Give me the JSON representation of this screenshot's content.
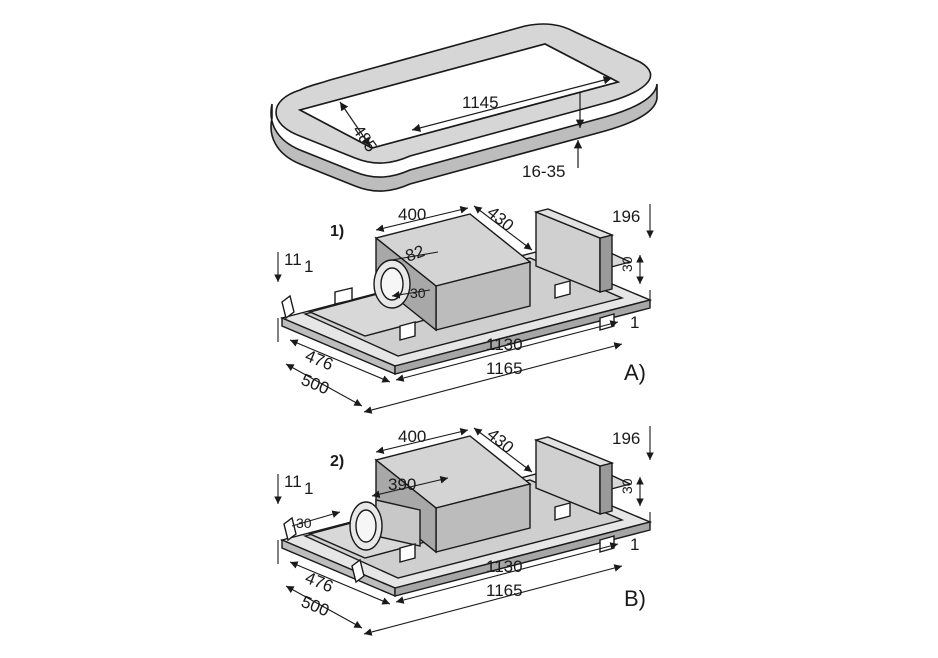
{
  "ring": {
    "inner_length": "1145",
    "inner_width": "485",
    "thickness": "16-35"
  },
  "unit_a": {
    "label": "A)",
    "callout": "1)",
    "box_length": "400",
    "box_depth": "430",
    "box_height": "196",
    "duct_diameter": "82",
    "duct_offset": "30",
    "side_offset": "30",
    "left_height_a": "11",
    "left_height_b": "1",
    "right_small": "1",
    "inner_width": "476",
    "outer_width": "500",
    "inner_length": "1130",
    "outer_length": "1165"
  },
  "unit_b": {
    "label": "B)",
    "callout": "2)",
    "box_length": "400",
    "box_depth": "430",
    "box_height": "196",
    "duct_length": "390",
    "duct_offset": "30",
    "side_offset": "30",
    "left_height_a": "11",
    "left_height_b": "1",
    "right_small": "1",
    "inner_width": "476",
    "outer_width": "500",
    "inner_length": "1130",
    "outer_length": "1165"
  }
}
